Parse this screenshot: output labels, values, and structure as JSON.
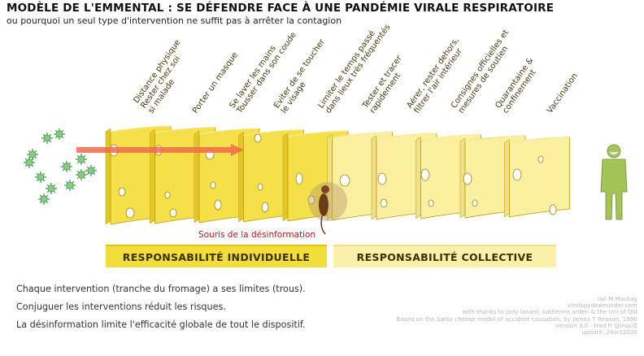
{
  "title": "MODÈLE DE L'EMMENTAL : SE DÉFENDRE FACE À UNE PANDÉMIE VIRALE RESPIRATOIRE",
  "subtitle": "ou pourquoi un seul type d'intervention ne suffit pas à arrêter la contagion",
  "slices": [
    {
      "label_lines": [
        "Distance physique",
        "Rester chez soi",
        "si malade"
      ],
      "group": "individual"
    },
    {
      "label_lines": [
        "Porter un masque"
      ],
      "group": "individual"
    },
    {
      "label_lines": [
        "Se laver les mains",
        "Tousser dans son coude"
      ],
      "group": "individual"
    },
    {
      "label_lines": [
        "Eviter de se toucher",
        "le visage"
      ],
      "group": "individual"
    },
    {
      "label_lines": [
        "Limiter le temps passé",
        "dans lieux très fréquentés"
      ],
      "group": "individual"
    },
    {
      "label_lines": [
        "Tester et tracer",
        "rapidement"
      ],
      "group": "collective"
    },
    {
      "label_lines": [
        "Aérer, rester dehors,",
        "filtrer l'air intérieur"
      ],
      "group": "collective"
    },
    {
      "label_lines": [
        "Consignes officielles et",
        "mesures de soutien"
      ],
      "group": "collective"
    },
    {
      "label_lines": [
        "Quarantaine &",
        "confinement"
      ],
      "group": "collective"
    },
    {
      "label_lines": [
        "Vaccination"
      ],
      "group": "collective"
    }
  ],
  "bands": {
    "individual": "RESPONSABILITÉ INDIVIDUELLE",
    "collective": "RESPONSABILITÉ COLLECTIVE"
  },
  "mouse_label": "Souris de la désinformation",
  "notes": [
    "Chaque intervention (tranche du fromage) a ses limites (trous).",
    "Conjuguer les interventions réduit les risques.",
    "La désinformation limite l'efficacité globale de tout le dispositif."
  ],
  "credits": [
    "Ian M Mackay",
    "virologydownunder.com",
    "with thanks to jody lanard, katherine arden & the Uni of Qld",
    "Based on the Swiss cheese model of accident causation, by James T Reason, 1990",
    "version 3.0 - trad fr @inaci2",
    "update: 24oct2020"
  ],
  "colors": {
    "cheese_individual": "#f5e04a",
    "cheese_collective": "#fbf0a0",
    "arrow": "#ef6a4a",
    "virus": "#3f9a4a",
    "person": "#a3c456",
    "mouse_label": "#b01818"
  },
  "icons": [
    "virus-icon",
    "arrow-icon",
    "mouse-icon",
    "person-icon"
  ]
}
